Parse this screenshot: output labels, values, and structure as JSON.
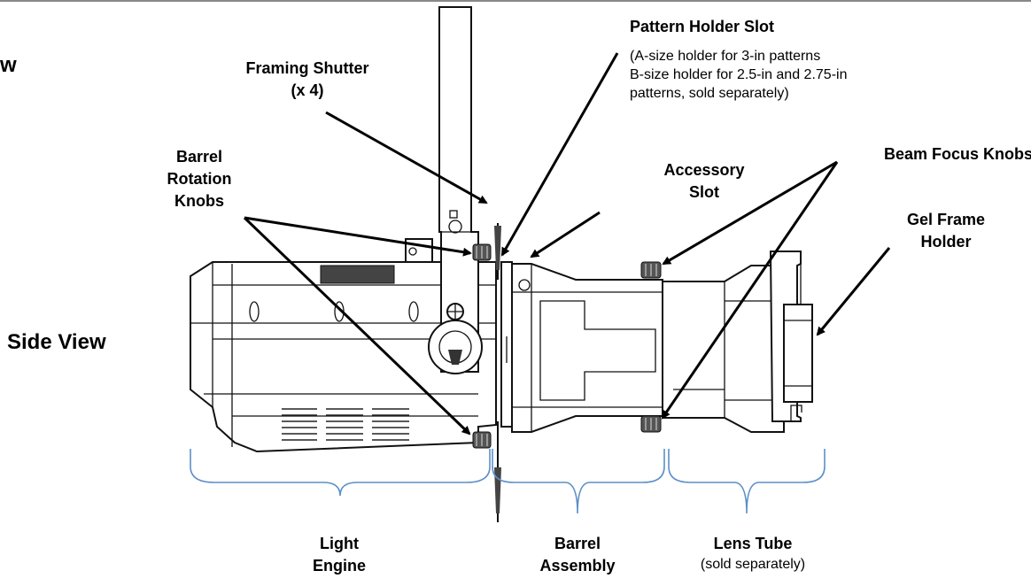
{
  "views": {
    "side_view": "Side View",
    "partial_prev_view": "w"
  },
  "labels": {
    "framing_shutter": [
      "Framing Shutter",
      "(x 4)"
    ],
    "pattern_holder_title": "Pattern Holder Slot",
    "pattern_holder_notes": [
      "(A-size holder for 3-in patterns",
      "B-size holder for 2.5-in and 2.75-in",
      "patterns, sold separately)"
    ],
    "barrel_rotation_knobs": [
      "Barrel",
      "Rotation",
      "Knobs"
    ],
    "accessory_slot": [
      "Accessory",
      "Slot"
    ],
    "beam_focus_knobs": "Beam Focus Knobs",
    "gel_frame_holder": [
      "Gel Frame",
      "Holder"
    ],
    "light_engine": [
      "Light",
      "Engine"
    ],
    "barrel_assembly": [
      "Barrel",
      "Assembly"
    ],
    "lens_tube": "Lens Tube",
    "lens_tube_note": "(sold separately)"
  },
  "colors": {
    "brace": "#5b8fc7",
    "line": "#000000"
  }
}
